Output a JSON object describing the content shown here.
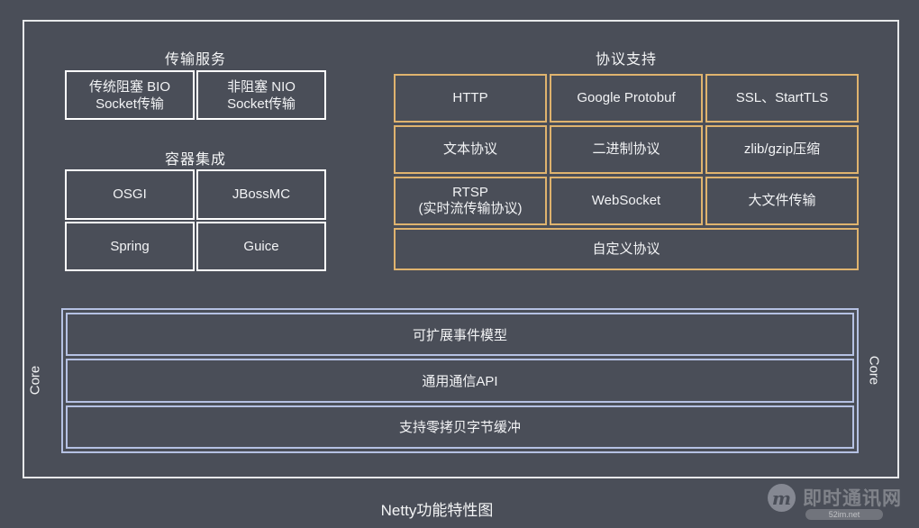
{
  "caption": "Netty功能特性图",
  "colors": {
    "background": "#4a4e58",
    "frame_border": "#e7e8ea",
    "white_table_border": "#ffffff",
    "protocol_border": "#dfb36e",
    "core_border": "#b5c1e3",
    "text": "#f2f3f5"
  },
  "sections": {
    "transport": {
      "title": "传输服务",
      "cells": [
        {
          "line1": "传统阻塞 BIO",
          "line2": "Socket传输"
        },
        {
          "line1": "非阻塞 NIO",
          "line2": "Socket传输"
        }
      ]
    },
    "container": {
      "title": "容器集成",
      "cells": [
        "OSGI",
        "JBossMC",
        "Spring",
        "Guice"
      ]
    },
    "protocol": {
      "title": "协议支持",
      "cells": [
        "HTTP",
        "Google Protobuf",
        "SSL、StartTLS",
        "文本协议",
        "二进制协议",
        "zlib/gzip压缩",
        "WebSocket",
        "大文件传输"
      ],
      "rtsp_cell": {
        "line1": "RTSP",
        "line2": "(实时流传输协议)"
      },
      "full_row": "自定义协议"
    },
    "core": {
      "label_left": "Core",
      "label_right": "Core",
      "rows": [
        "可扩展事件模型",
        "通用通信API",
        "支持零拷贝字节缓冲"
      ]
    }
  },
  "watermark": {
    "logo_letter": "m",
    "site_name": "即时通讯网",
    "site_url": "52im.net"
  }
}
